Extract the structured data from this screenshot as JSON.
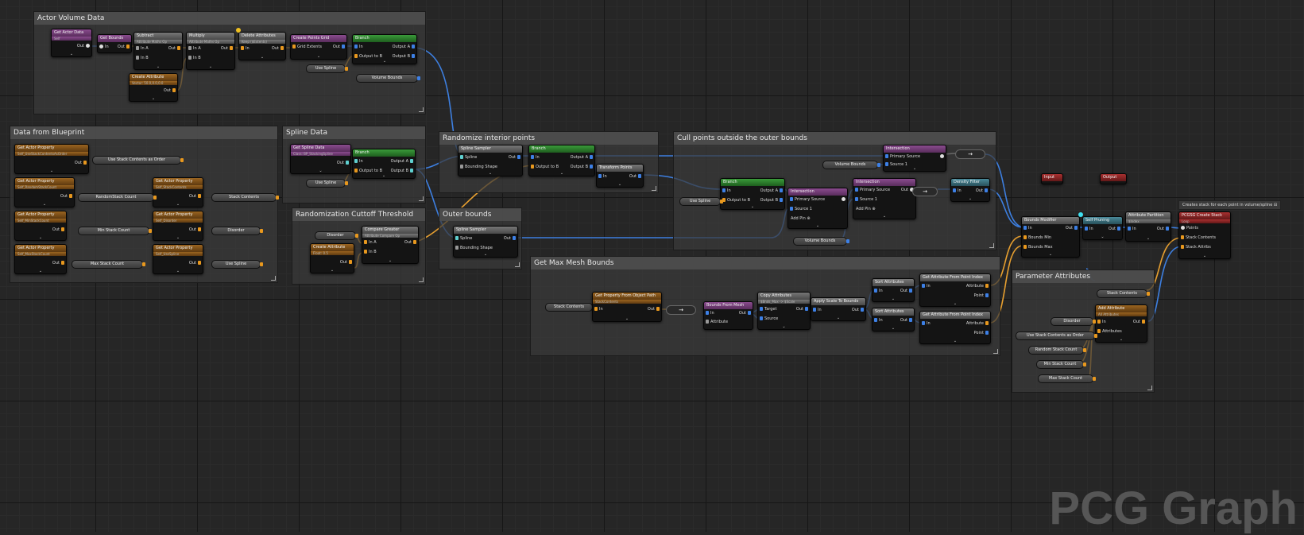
{
  "graph": {
    "watermark": "PCG Graph",
    "wire_color_points": "#3d7fe0",
    "wire_color_attr": "#e8a030",
    "wire_color_white": "#dddddd"
  },
  "comments": {
    "actor_volume": "Actor Volume Data",
    "data_from_bp": "Data from Blueprint",
    "spline_data": "Spline Data",
    "rand_interior": "Randomize interior points",
    "cull_points": "Cull points outside the outer bounds",
    "rand_cutoff": "Randomization Cuttoff Threshold",
    "outer_bounds": "Outer bounds",
    "max_mesh": "Get Max Mesh Bounds",
    "param_attr": "Parameter Attributes"
  },
  "nodes": {
    "get_actor_data": {
      "title": "Get Actor Data",
      "sub": "Self",
      "out": "Out"
    },
    "get_bounds": {
      "title": "Get Bounds",
      "in": "In",
      "out": "Out"
    },
    "subtract": {
      "title": "Subtract",
      "sub": "Attribute Maths Op",
      "a": "In A",
      "b": "In B",
      "out": "Out"
    },
    "multiply": {
      "title": "Multiply",
      "sub": "Attribute Maths Op",
      "a": "In A",
      "b": "In B",
      "out": "Out"
    },
    "delete_attr": {
      "title": "Delete Attributes",
      "sub": "Keep ($Extents)",
      "in": "In",
      "out": "Out"
    },
    "create_grid": {
      "title": "Create Points Grid",
      "in": "Grid Extents",
      "out": "Out"
    },
    "branch1": {
      "title": "Branch",
      "in": "In",
      "ob": "Output to B",
      "oa": "Output A",
      "obb": "Output B"
    },
    "create_attr1": {
      "title": "Create Attribute",
      "sub": "Vector: 50.0,0.0,0.0",
      "out": "Out"
    },
    "use_spline_1": "Use Spline",
    "volume_bounds_1": "Volume Bounds",
    "gap1": {
      "title": "Get Actor Property",
      "sub": "Self_UseStackContentsAsOrder",
      "out": "Out"
    },
    "gap2": {
      "title": "Get Actor Property",
      "sub": "Self_RandomStackCount",
      "out": "Out"
    },
    "gap3": {
      "title": "Get Actor Property",
      "sub": "Self_MinStackCount",
      "out": "Out"
    },
    "gap4": {
      "title": "Get Actor Property",
      "sub": "Self_MaxStackCount",
      "out": "Out"
    },
    "gap5": {
      "title": "Get Actor Property",
      "sub": "Self_StackContents",
      "out": "Out"
    },
    "gap6": {
      "title": "Get Actor Property",
      "sub": "Self_Disorder",
      "out": "Out"
    },
    "gap7": {
      "title": "Get Actor Property",
      "sub": "Self_UseSpline",
      "out": "Out"
    },
    "r_use_stack": "Use Stack Contents as Order",
    "r_random_stack": "RandomStack Count",
    "r_stack_contents": "Stack Contents",
    "r_min_stack": "Min Stack Count",
    "r_disorder": "Disorder",
    "r_max_stack": "Max Stack Count",
    "r_use_spline": "Use Spline",
    "get_spline": {
      "title": "Get Spline Data",
      "sub": "Class: BP_StackingSpline",
      "out": "Out"
    },
    "branch2": {
      "title": "Branch",
      "in": "In",
      "ob": "Output to B",
      "oa": "Output A",
      "obb": "Output B"
    },
    "use_spline_2": "Use Spline",
    "disorder_r": "Disorder",
    "create_attr2": {
      "title": "Create Attribute",
      "sub": "Float: 0.5",
      "out": "Out"
    },
    "compare": {
      "title": "Compare Greater",
      "sub": "Attribute Compare Op",
      "a": "In A",
      "b": "In B",
      "out": "Out"
    },
    "spline_sampler1": {
      "title": "Spline Sampler",
      "spline": "Spline",
      "shape": "Bounding Shape",
      "out": "Out"
    },
    "branch3": {
      "title": "Branch",
      "in": "In",
      "ob": "Output to B",
      "oa": "Output A",
      "obb": "Output B"
    },
    "transform_pts": {
      "title": "Transform Points",
      "in": "In",
      "out": "Out"
    },
    "spline_sampler2": {
      "title": "Spline Sampler",
      "spline": "Spline",
      "shape": "Bounding Shape",
      "out": "Out"
    },
    "branch4": {
      "title": "Branch",
      "in": "In",
      "ob": "Output to B",
      "oa": "Output A",
      "obb": "Output B"
    },
    "use_spline_3": "Use Spline",
    "intersection1": {
      "title": "Intersection",
      "ps": "Primary Source",
      "s1": "Source 1",
      "add": "Add Pin ⊕"
    },
    "intersection2": {
      "title": "Intersection",
      "ps": "Primary Source",
      "s1": "Source 1",
      "add": "Add Pin ⊕",
      "out": "Out"
    },
    "intersection3": {
      "title": "Intersection",
      "ps": "Primary Source",
      "s1": "Source 1"
    },
    "volume_bounds_2": "Volume Bounds",
    "volume_bounds_3": "Volume Bounds",
    "density_filter": {
      "title": "Density Filter",
      "in": "In",
      "out": "Out"
    },
    "input_node": "Input",
    "output_node": "Output",
    "bounds_mod": {
      "title": "Bounds Modifier",
      "in": "In",
      "bmin": "Bounds Min",
      "bmax": "Bounds Max",
      "out": "Out"
    },
    "self_prune": {
      "title": "Self Pruning",
      "in": "In",
      "out": "Out"
    },
    "attr_partition": {
      "title": "Attribute Partition",
      "sub": "$Index",
      "in": "In",
      "out": "Out"
    },
    "create_stack": {
      "title": "PCGSG Create Stack",
      "sub": "Loop",
      "points": "Points",
      "contents": "Stack Contents",
      "attribs": "Stack Attribs"
    },
    "create_stack_tip": "Creates stack for each point in volume/spline",
    "stack_contents_r1": "Stack Contents",
    "get_prop_obj": {
      "title": "Get Property From Object Path",
      "sub": "StackContents",
      "in": "In",
      "out": "Out"
    },
    "bounds_from_mesh": {
      "title": "Bounds From Mesh",
      "in": "In",
      "attr": "Attribute",
      "out": "Out"
    },
    "copy_attr": {
      "title": "Copy Attributes",
      "sub": "$Bnds_Max -> $Scale",
      "target": "Target",
      "source": "Source",
      "out": "Out"
    },
    "apply_scale": {
      "title": "Apply Scale To Bounds",
      "in": "In",
      "out": "Out"
    },
    "sort1": {
      "title": "Sort Attributes",
      "in": "In",
      "out": "Out"
    },
    "sort2": {
      "title": "Sort Attributes",
      "in": "In",
      "out": "Out"
    },
    "get_attr_idx1": {
      "title": "Get Attribute From Point Index",
      "in": "In",
      "attr": "Attribute",
      "point": "Point"
    },
    "get_attr_idx2": {
      "title": "Get Attribute From Point Index",
      "in": "In",
      "attr": "Attribute",
      "point": "Point"
    },
    "stack_contents_r2": "Stack Contents",
    "disorder_r2": "Disorder",
    "add_attr": {
      "title": "Add Attribute",
      "sub": "All Attributes",
      "in": "In",
      "attrs": "Attributes",
      "out": "Out"
    },
    "p_use_stack": "Use Stack Contents as Order",
    "p_random_stack": "Random Stack Count",
    "p_min_stack": "Min Stack Count",
    "p_max_stack": "Max Stack Count"
  }
}
